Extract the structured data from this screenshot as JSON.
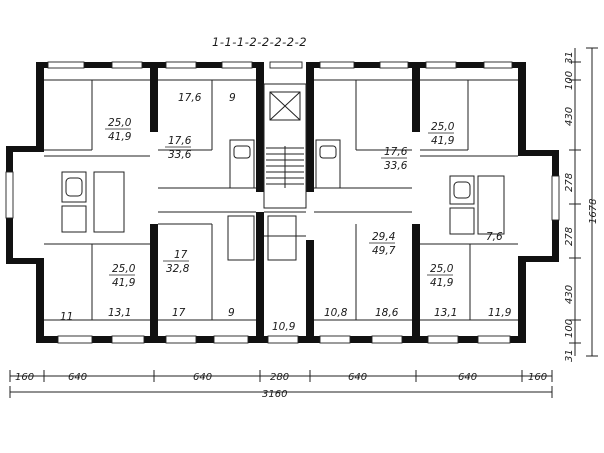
{
  "title": "1-1-1-2-2-2-2-2",
  "rooms": {
    "r25_ul": {
      "living": "25,0",
      "total": "41,9"
    },
    "r176_ul": "17,6",
    "r9_top": "9",
    "r176_mid": {
      "living": "17,6",
      "total": "33,6"
    },
    "r176_right": {
      "living": "17,6",
      "total": "33,6"
    },
    "r25_ur": {
      "living": "25,0",
      "total": "41,9"
    },
    "r17_ll": {
      "living": "17",
      "total": "32,8"
    },
    "r25_ll": {
      "living": "25,0",
      "total": "41,9"
    },
    "r294": {
      "living": "29,4",
      "total": "49,7"
    },
    "r25_lr": {
      "living": "25,0",
      "total": "41,9"
    },
    "r76": "7,6",
    "r11": "11",
    "r131_l": "13,1",
    "r17": "17",
    "r9_bot": "9",
    "r109": "10,9",
    "r108": "10,8",
    "r186": "18,6",
    "r131_r": "13,1",
    "r119": "11,9"
  },
  "dims_bottom": {
    "seg1": "160",
    "seg2": "640",
    "seg3": "640",
    "seg4": "280",
    "seg5": "640",
    "seg6": "640",
    "seg7": "160",
    "total": "3160"
  },
  "dims_right": {
    "d1": "31",
    "d2": "100",
    "d3": "430",
    "d4": "278",
    "d5": "278",
    "d6": "430",
    "d7": "100",
    "d8": "31",
    "total": "1678"
  }
}
